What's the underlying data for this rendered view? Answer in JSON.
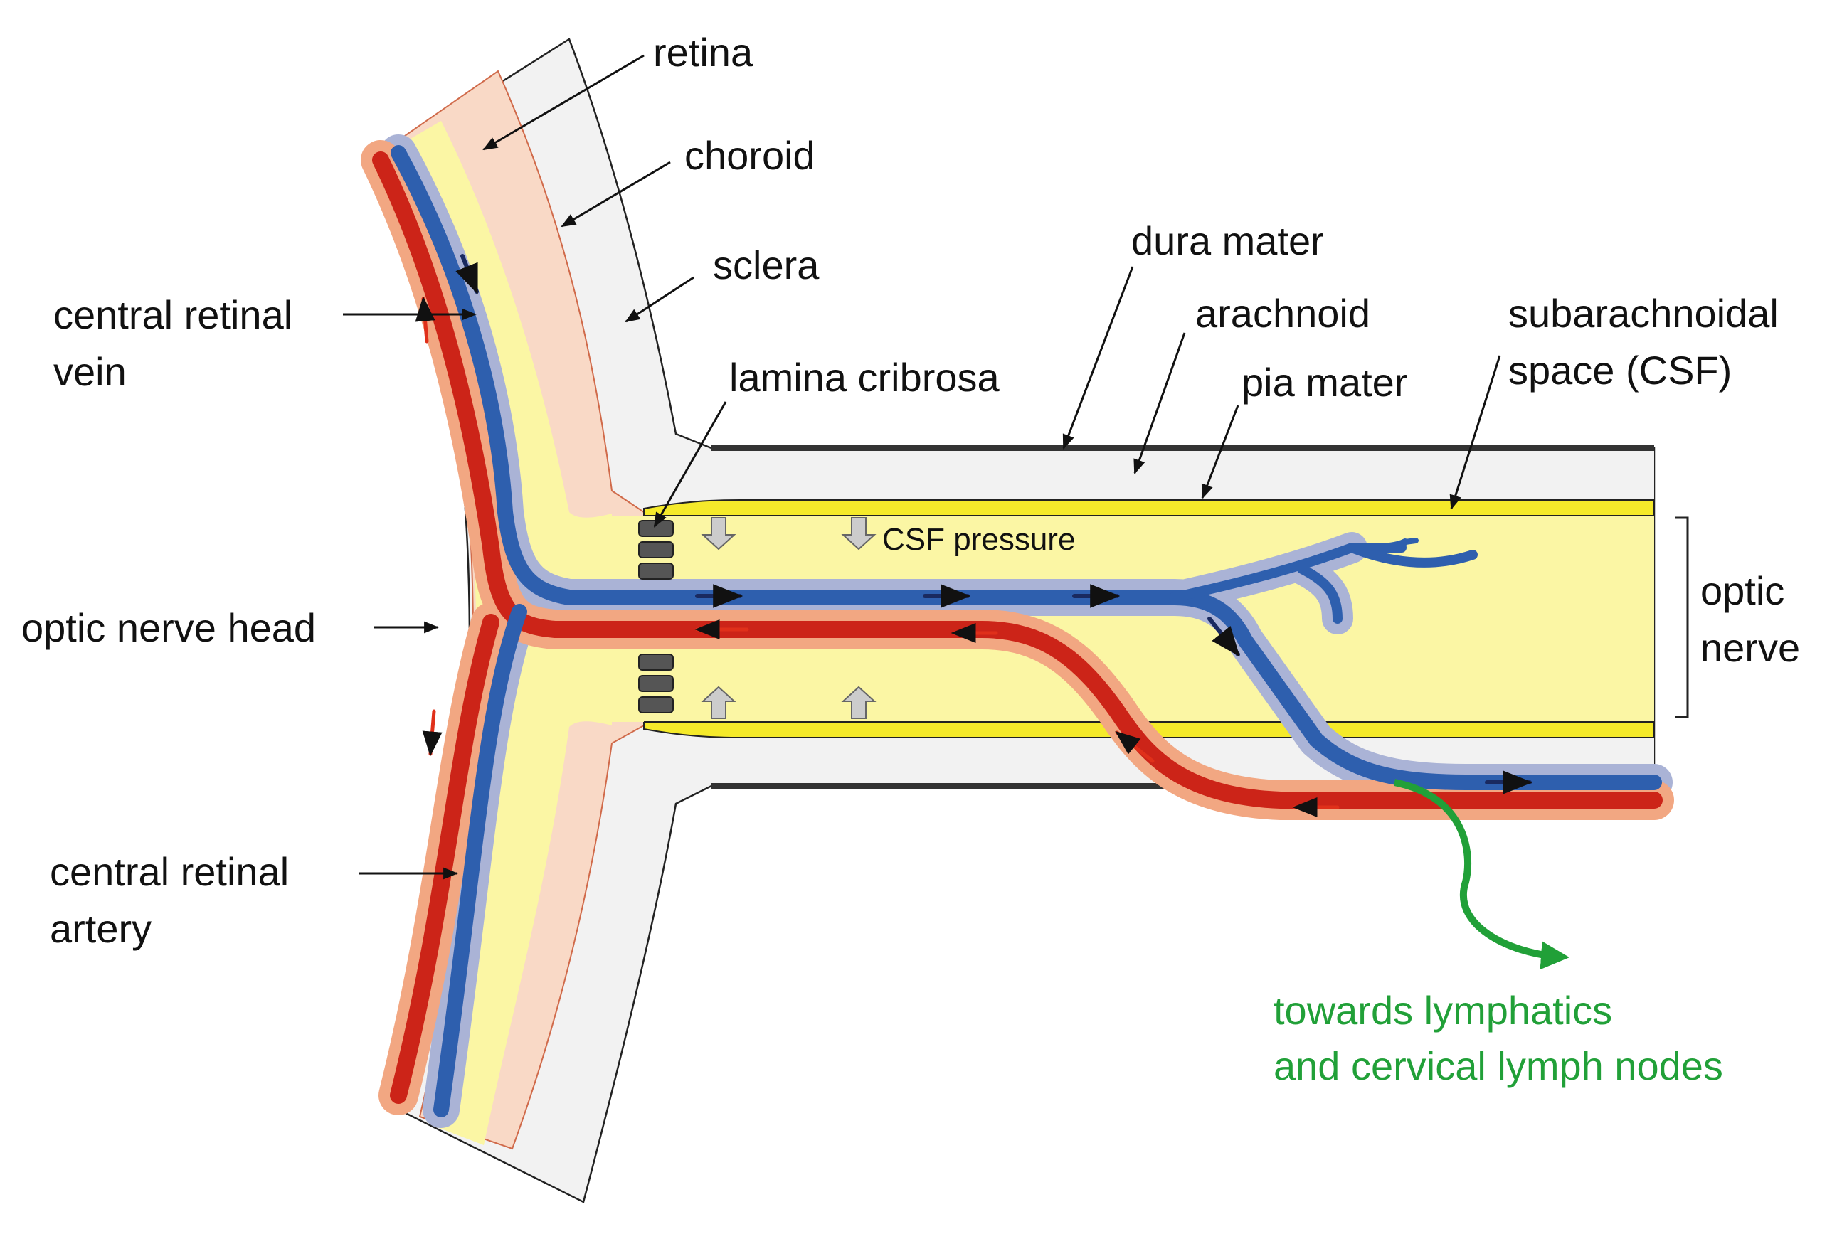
{
  "labels": {
    "retina": "retina",
    "choroid": "choroid",
    "sclera": "sclera",
    "dura_mater": "dura mater",
    "arachnoid": "arachnoid",
    "pia_mater": "pia mater",
    "subarachnoidal_line1": "subarachnoidal",
    "subarachnoidal_line2": "space (CSF)",
    "lamina_cribrosa": "lamina cribrosa",
    "csf_pressure": "CSF pressure",
    "central_retinal_vein_line1": "central retinal",
    "central_retinal_vein_line2": "vein",
    "optic_nerve_head": "optic nerve head",
    "central_retinal_artery_line1": "central retinal",
    "central_retinal_artery_line2": "artery",
    "optic_nerve_line1": "optic",
    "optic_nerve_line2": "nerve",
    "lymph_line1": "towards lymphatics",
    "lymph_line2": "and cervical lymph nodes"
  },
  "colors": {
    "sclera": "#f2f2f2",
    "choroid": "#f9d9c6",
    "retina_nerve": "#fbf6a4",
    "pia": "#f5ea2a",
    "vein": "#2e5fae",
    "vein_glow": "#aab3d6",
    "artery": "#cc2418",
    "artery_glow": "#f2a782",
    "lymph": "#21a038",
    "dura_line": "#333333"
  }
}
